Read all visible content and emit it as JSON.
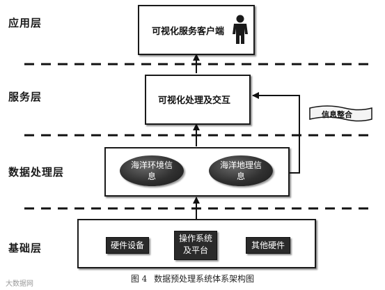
{
  "layers": {
    "application": "应用层",
    "service": "服务层",
    "data_processing": "数据处理层",
    "foundation": "基础层"
  },
  "application_box": {
    "label": "可视化服务客户端",
    "icon": "user-figure-icon"
  },
  "service_box": {
    "label": "可视化处理及交互"
  },
  "data_box": {
    "items": [
      {
        "line1": "海洋环境信",
        "line2": "息"
      },
      {
        "line1": "海洋地理信",
        "line2": "息"
      }
    ]
  },
  "foundation_box": {
    "items": [
      {
        "line1": "硬件设备",
        "line2": ""
      },
      {
        "line1": "操作系统",
        "line2": "及平台"
      },
      {
        "line1": "其他硬件",
        "line2": ""
      }
    ]
  },
  "side_banner": {
    "label": "信息整合"
  },
  "caption": {
    "figure_no": "图 4",
    "title": "数据预处理系统体系架构图"
  },
  "watermark": "大数据网"
}
